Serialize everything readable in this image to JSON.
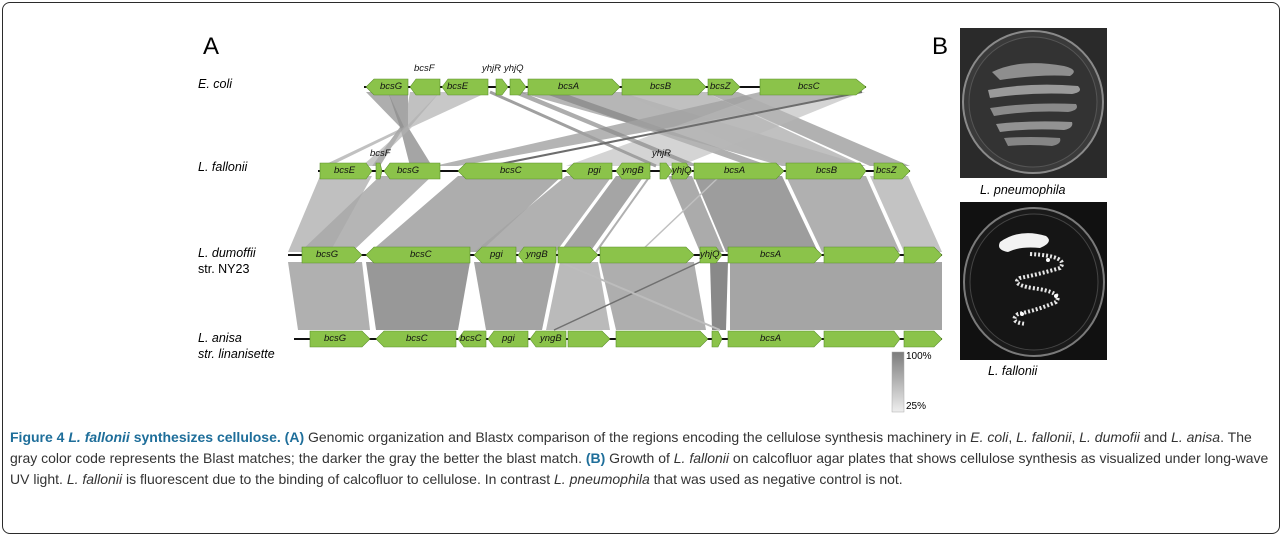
{
  "panel_a": {
    "label": "A",
    "organisms": [
      {
        "name": "E. coli",
        "strain": ""
      },
      {
        "name": "L. fallonii",
        "strain": ""
      },
      {
        "name": "L. dumoffii",
        "strain": "str. NY23"
      },
      {
        "name": "L. anisa",
        "strain": "str. linanisette"
      }
    ],
    "gene_labels": {
      "ecoli": [
        "bcsG",
        "bcsF",
        "bcsE",
        "yhjR",
        "yhjQ",
        "bcsA",
        "bcsB",
        "bcsZ",
        "bcsC"
      ],
      "fallonii": [
        "bcsE",
        "bcsF",
        "bcsG",
        "bcsC",
        "pgi",
        "yngB",
        "yhjR",
        "yhjQ",
        "bcsA",
        "bcsB",
        "bcsZ"
      ],
      "dumoffii": [
        "bcsG",
        "bcsC",
        "pgi",
        "yngB",
        "yhjQ",
        "bcsA"
      ],
      "anisa": [
        "bcsG",
        "bcsC",
        "bcsC",
        "pgi",
        "yngB",
        "bcsA"
      ]
    },
    "legend": {
      "max": "100%",
      "min": "25%"
    }
  },
  "panel_b": {
    "label": "B",
    "photo_captions": [
      "L. pneumophila",
      "L. fallonii"
    ]
  },
  "caption": {
    "fig_num": "Figure 4",
    "title_species": "L. fallonii",
    "title_rest": "synthesizes cellulose.",
    "part_a": "(A)",
    "t1": " Genomic organization and Blastx comparison of the regions encoding the cellulose synthesis machinery in ",
    "s1": "E. coli",
    "t2": ", ",
    "s2": "L. fallonii",
    "t3": ", ",
    "s3": "L. dumofii",
    "t4": " and ",
    "s4": "L. anisa",
    "t5": ". The gray color code represents the Blast matches; the darker the gray the better the blast match. ",
    "part_b": "(B)",
    "t6": " Growth of ",
    "s5": "L. fallonii",
    "t7": " on calcofluor agar plates that shows cellulose synthesis as visualized under long-wave UV light. ",
    "s6": "L. fallonii",
    "t8": " is fluorescent due to the binding of calcofluor to cellulose. In contrast ",
    "s7": "L. pneumophila",
    "t9": " that was used as negative control is not."
  }
}
